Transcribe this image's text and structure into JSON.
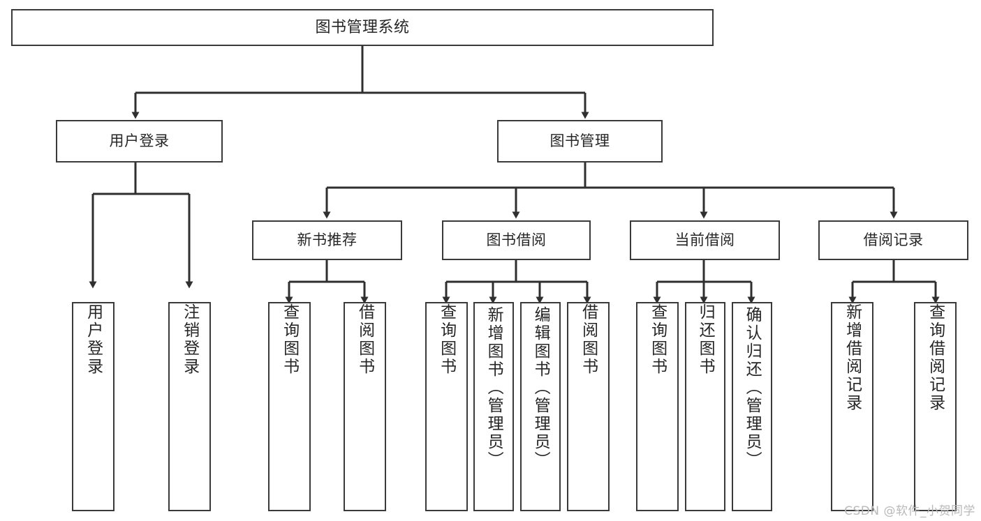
{
  "diagram": {
    "type": "tree-hierarchy-chart",
    "title": "图书管理系统",
    "line_color": "#3a3a3a",
    "box_fill": "#ffffff",
    "text_color": "#262626",
    "root": {
      "label": "图书管理系统"
    },
    "level2": [
      {
        "label": "用户登录"
      },
      {
        "label": "图书管理"
      }
    ],
    "level3": [
      {
        "label": "新书推荐"
      },
      {
        "label": "图书借阅"
      },
      {
        "label": "当前借阅"
      },
      {
        "label": "借阅记录"
      }
    ],
    "leaves": {
      "user_login": [
        {
          "label": "用户登录"
        },
        {
          "label": "注销登录"
        }
      ],
      "new_book_recommend": [
        {
          "label": "查询图书"
        },
        {
          "label": "借阅图书"
        }
      ],
      "book_borrow": [
        {
          "label": "查询图书"
        },
        {
          "label": "新增图书（管理员）"
        },
        {
          "label": "编辑图书（管理员）"
        },
        {
          "label": "借阅图书"
        }
      ],
      "current_borrow": [
        {
          "label": "查询图书"
        },
        {
          "label": "归还图书"
        },
        {
          "label": "确认归还（管理员）"
        }
      ],
      "borrow_record": [
        {
          "label": "新增借阅记录"
        },
        {
          "label": "查询借阅记录"
        }
      ]
    }
  },
  "watermark": {
    "text": "CSDN @软件_小贺同学"
  }
}
